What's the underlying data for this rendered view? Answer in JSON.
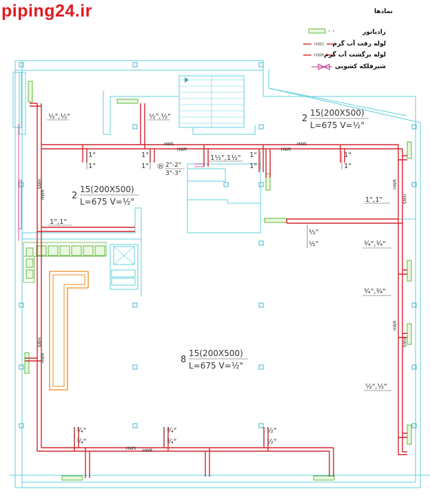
{
  "site": {
    "watermark": "piping24.ir"
  },
  "legend": {
    "title": "نمادها",
    "items": [
      {
        "label": "رادیاتور",
        "code": ""
      },
      {
        "label": "لوله رفت آب گرم",
        "code": "HWS"
      },
      {
        "label": "لوله برگشت آب گرم",
        "code": "HWR"
      },
      {
        "label": "شیرفلکه کشویی",
        "code": ""
      }
    ]
  },
  "rooms": [
    {
      "count": "2",
      "spec": "15(200X500)",
      "detail": "L=675  V=½\""
    },
    {
      "count": "2",
      "spec": "15(200X500)",
      "detail": "L=675  V=½\""
    },
    {
      "count": "8",
      "spec": "15(200X500)",
      "detail": "L=675  V=½\""
    }
  ],
  "pipe_labels": {
    "hws": "HWS",
    "hwr": "HWR"
  },
  "sizes": {
    "s1": "½\",½\"",
    "s2": "½\",½\"",
    "s3a": "1\"",
    "s3b": "1\"",
    "s4a": "1\"",
    "s4b": "1\"",
    "s5a": "2\"-2\"",
    "s5b": "3\"-3\"",
    "s5r": "R",
    "s6": "1½\",1½\"",
    "s7a": "1\"",
    "s7b": "1\"",
    "s8a": "1\"",
    "s8b": "1\"",
    "s9": "1\",1\"",
    "s10": "1\",1\"",
    "s11a": "½\"",
    "s11b": "½\"",
    "s12": "¾\",¾\"",
    "s13": "¾\",¾\"",
    "s14": "½\",½\"",
    "s15a": "¾\"",
    "s15b": "¾\"",
    "s16a": "¾\"",
    "s16b": "¾\"",
    "s17a": "½\"",
    "s17b": "½\""
  }
}
